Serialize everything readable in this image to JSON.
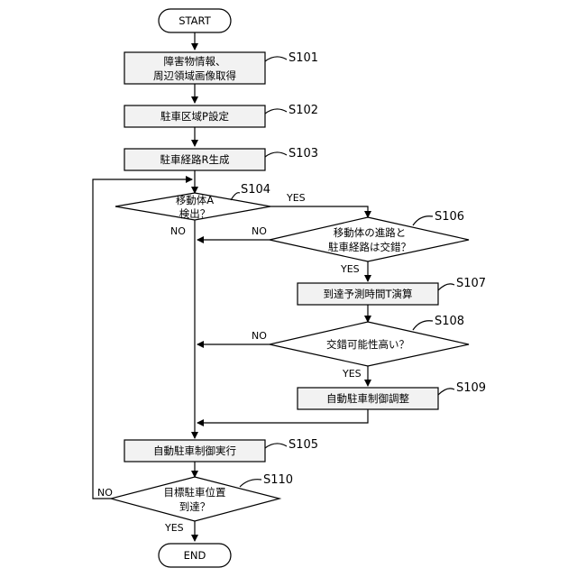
{
  "flowchart": {
    "start": "START",
    "end": "END",
    "yes": "YES",
    "no": "NO",
    "s101": {
      "step": "S101",
      "line1": "障害物情報、",
      "line2": "周辺領域画像取得"
    },
    "s102": {
      "step": "S102",
      "text": "駐車区域P設定"
    },
    "s103": {
      "step": "S103",
      "text": "駐車経路R生成"
    },
    "s104": {
      "step": "S104",
      "line1": "移動体A",
      "line2": "検出？"
    },
    "s105": {
      "step": "S105",
      "text": "自動駐車制御実行"
    },
    "s106": {
      "step": "S106",
      "line1": "移動体の進路と",
      "line2": "駐車経路は交錯？"
    },
    "s107": {
      "step": "S107",
      "text": "到達予測時間T演算"
    },
    "s108": {
      "step": "S108",
      "text": "交錯可能性高い？"
    },
    "s109": {
      "step": "S109",
      "text": "自動駐車制御調整"
    },
    "s110": {
      "step": "S110",
      "line1": "目標駐車位置",
      "line2": "到達？"
    }
  }
}
